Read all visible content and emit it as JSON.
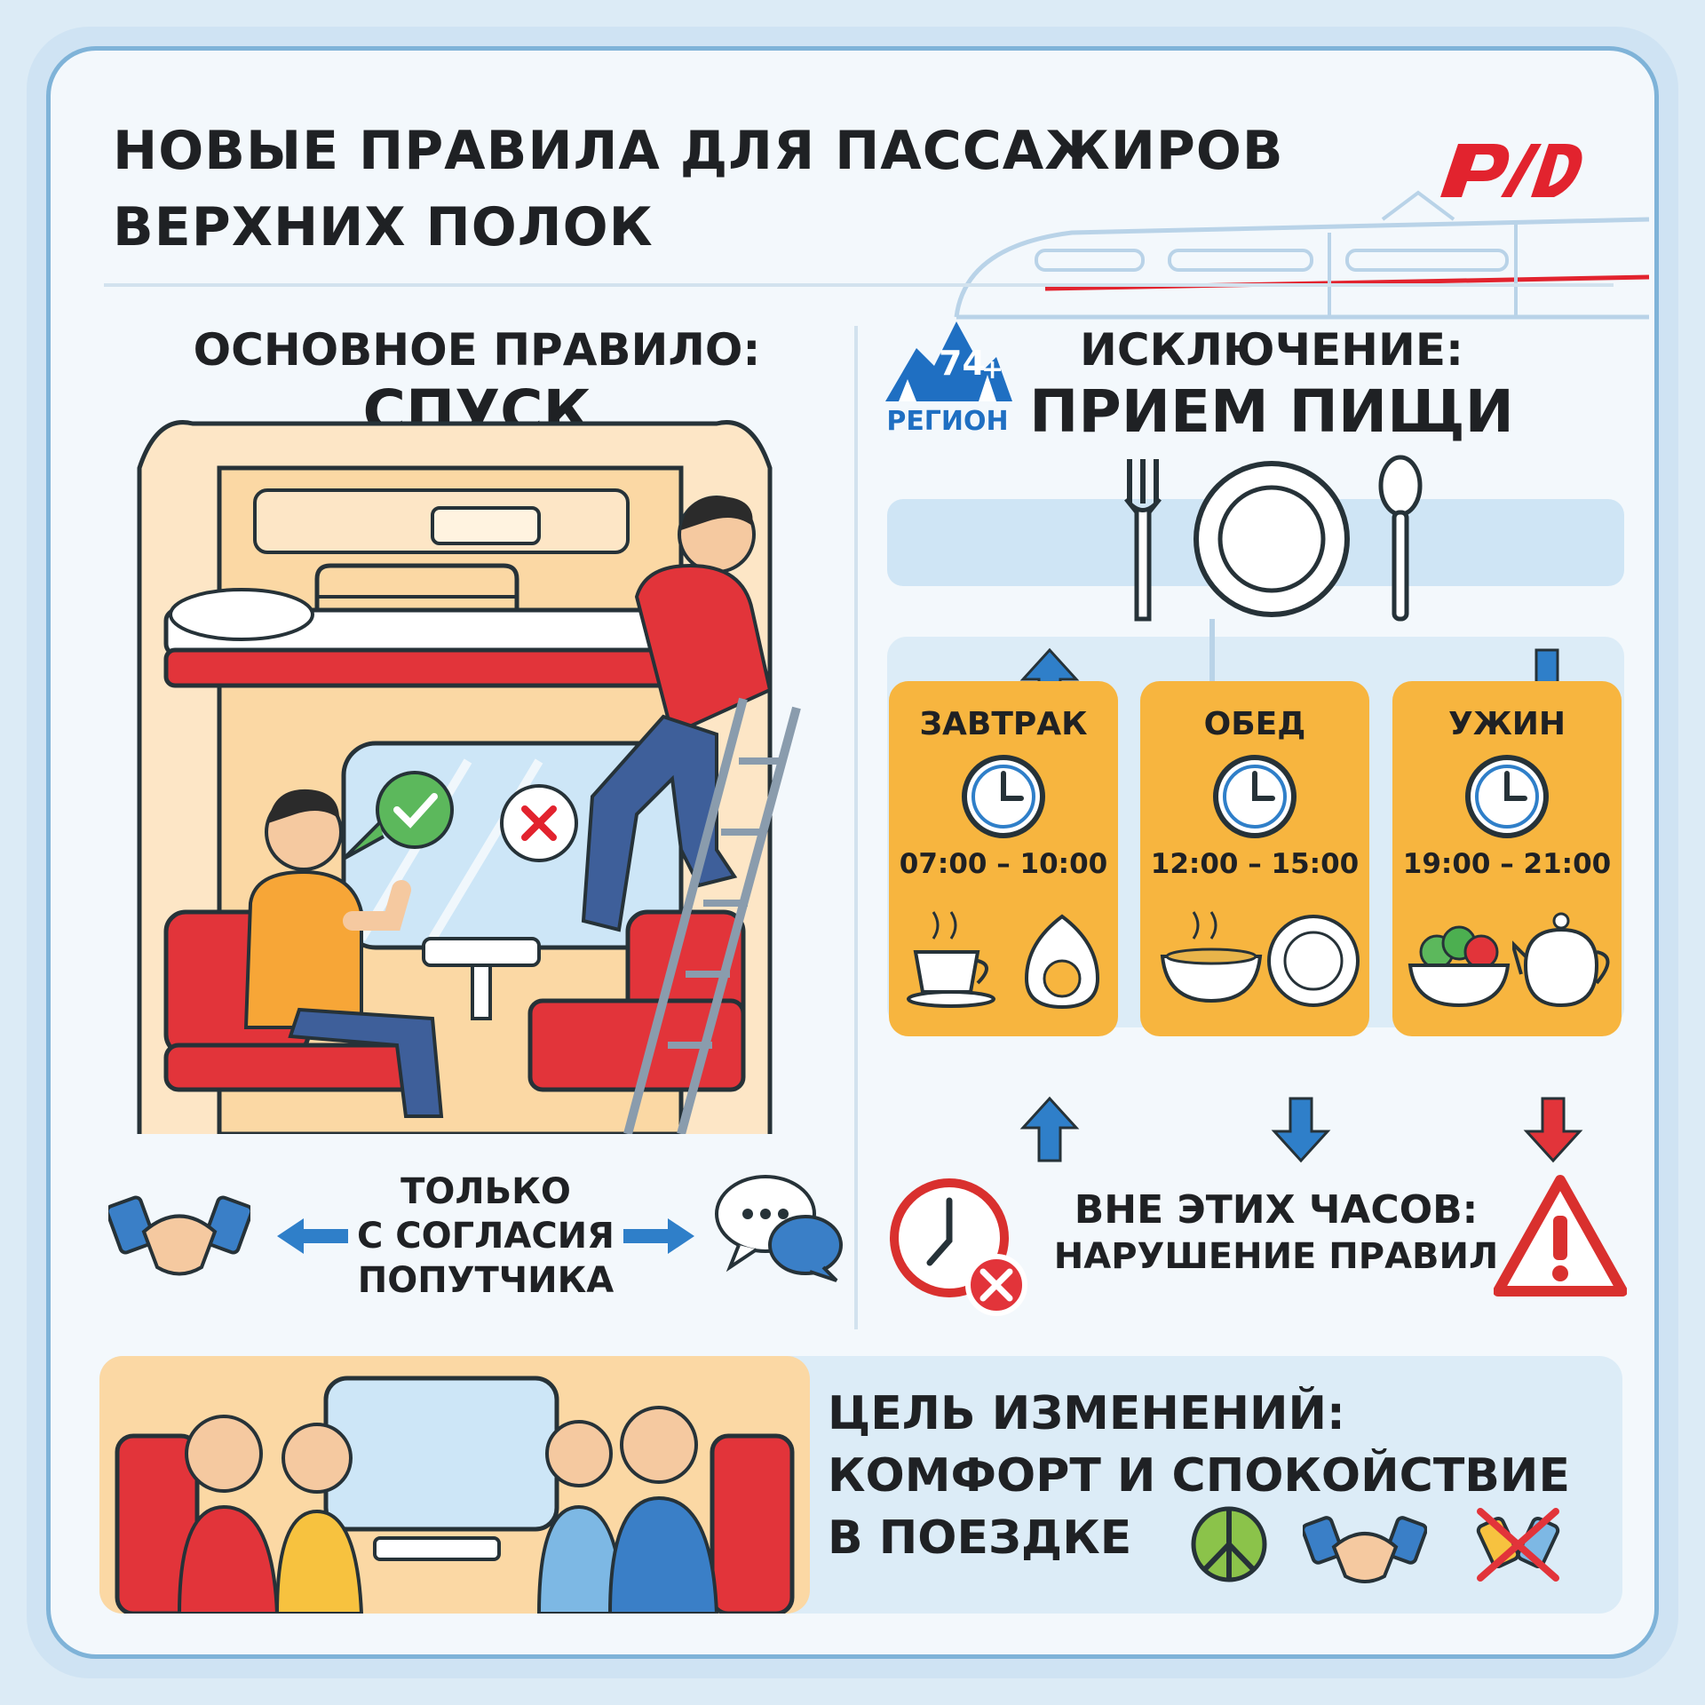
{
  "header": {
    "title": "НОВЫЕ ПРАВИЛА ДЛЯ ПАССАЖИРОВ\nВЕРХНИХ ПОЛОК",
    "logo_text": "РЖД"
  },
  "left": {
    "heading_line1": "ОСНОВНОЕ ПРАВИЛО:",
    "heading_line2": "СПУСК",
    "consent_line1": "ТОЛЬКО",
    "consent_line2": "С СОГЛАСИЯ",
    "consent_line3": "ПОПУТЧИКА"
  },
  "badge": {
    "number": "74",
    "plus": "+",
    "text": "РЕГИОН"
  },
  "right": {
    "heading_line1": "ИСКЛЮЧЕНИЕ:",
    "heading_line2": "ПРИЕМ ПИЩИ",
    "meals": [
      {
        "name": "ЗАВТРАК",
        "time": "07:00 – 10:00"
      },
      {
        "name": "ОБЕД",
        "time": "12:00 – 15:00"
      },
      {
        "name": "УЖИН",
        "time": "19:00 – 21:00"
      }
    ],
    "warning_line1": "ВНЕ ЭТИХ ЧАСОВ:",
    "warning_line2": "НАРУШЕНИЕ ПРАВИЛ"
  },
  "footer": {
    "goal_line1": "ЦЕЛЬ ИЗМЕНЕНИЙ:",
    "goal_line2": "КОМФОРТ И СПОКОЙСТВИЕ",
    "goal_line3": "В ПОЕЗДКЕ"
  },
  "colors": {
    "accent_red": "#e2232e",
    "accent_blue": "#2f7fc9",
    "meal_orange": "#f7b53f",
    "panel_blue": "#cfe5f5",
    "text_dark": "#1f2124"
  },
  "icons": [
    "rzd-logo",
    "region-74-badge",
    "fork-icon",
    "plate-icon",
    "spoon-icon",
    "clock-icon",
    "coffee-cup-icon",
    "egg-icon",
    "soup-bowl-icon",
    "salad-icon",
    "teapot-icon",
    "handshake-icon",
    "chat-bubbles-icon",
    "warning-icon",
    "peace-icon",
    "no-conflict-icon",
    "check-icon",
    "cross-icon"
  ]
}
